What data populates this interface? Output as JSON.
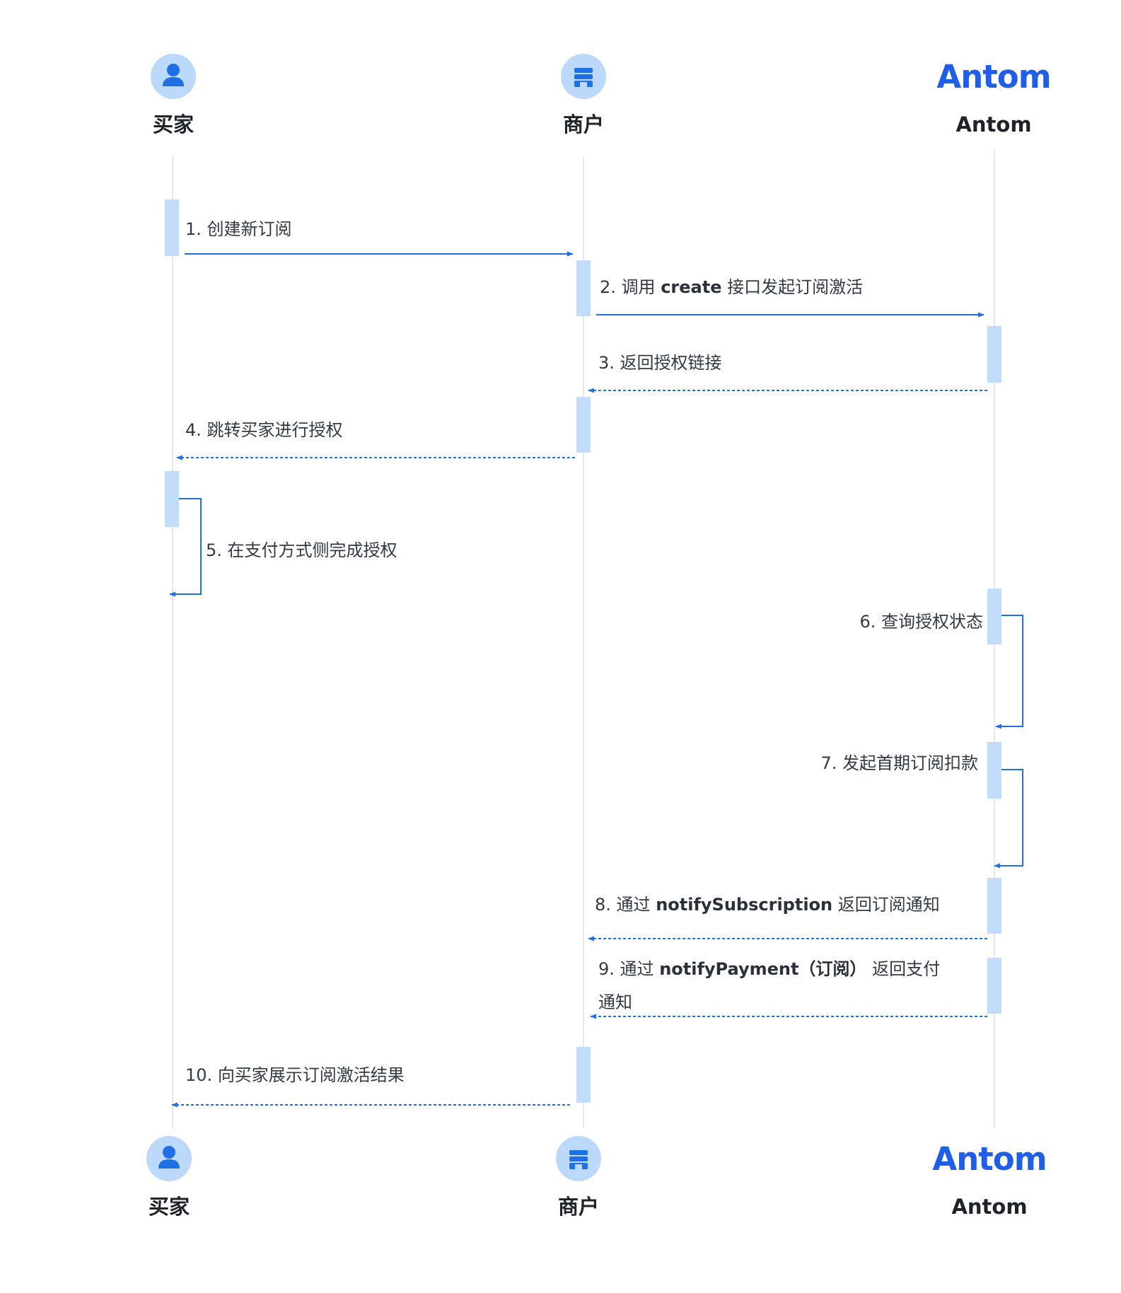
{
  "participants": {
    "buyer": {
      "label": "买家",
      "icon": "person-icon"
    },
    "merchant": {
      "label": "商户",
      "icon": "store-icon"
    },
    "antom": {
      "label": "Antom",
      "logo_text": "Antom"
    }
  },
  "steps": [
    {
      "num": "1.",
      "pre": "创建新订阅",
      "bold": "",
      "post": "",
      "from": "buyer",
      "to": "merchant",
      "style": "solid"
    },
    {
      "num": "2.",
      "pre": "调用",
      "bold": "create",
      "post": "接口发起订阅激活",
      "from": "merchant",
      "to": "antom",
      "style": "solid"
    },
    {
      "num": "3.",
      "pre": "返回授权链接",
      "bold": "",
      "post": "",
      "from": "antom",
      "to": "merchant",
      "style": "dashed"
    },
    {
      "num": "4.",
      "pre": "跳转买家进行授权",
      "bold": "",
      "post": "",
      "from": "merchant",
      "to": "buyer",
      "style": "dashed"
    },
    {
      "num": "5.",
      "pre": "在支付方式侧完成授权",
      "bold": "",
      "post": "",
      "from": "buyer",
      "to": "buyer",
      "style": "self"
    },
    {
      "num": "6.",
      "pre": "查询授权状态",
      "bold": "",
      "post": "",
      "from": "antom",
      "to": "antom",
      "style": "self"
    },
    {
      "num": "7.",
      "pre": "发起首期订阅扣款",
      "bold": "",
      "post": "",
      "from": "antom",
      "to": "antom",
      "style": "self"
    },
    {
      "num": "8.",
      "pre": "通过",
      "bold": "notifySubscription",
      "post": "返回订阅通知",
      "from": "antom",
      "to": "merchant",
      "style": "dashed"
    },
    {
      "num": "9.",
      "pre": "通过",
      "bold": "notifyPayment（订阅）",
      "post": "返回支付",
      "post2": "通知",
      "from": "antom",
      "to": "merchant",
      "style": "dashed"
    },
    {
      "num": "10.",
      "pre": "向买家展示订阅激活结果",
      "bold": "",
      "post": "",
      "from": "merchant",
      "to": "buyer",
      "style": "dashed"
    }
  ],
  "colors": {
    "arrow": "#1f6fe5",
    "activation": "#c2dcfb",
    "lifeline": "#e6e8eb",
    "icon_bg": "#bcd9fb",
    "icon_fg": "#1f6fe5",
    "brand": "#1f5ee8"
  }
}
